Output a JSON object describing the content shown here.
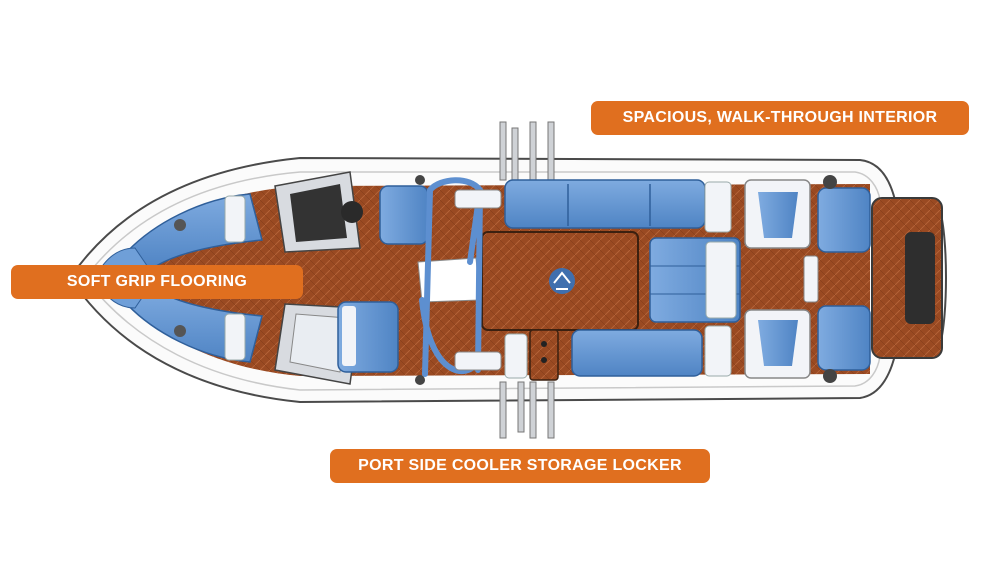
{
  "callouts": {
    "interior": "SPACIOUS, WALK-THROUGH INTERIOR",
    "flooring": "SOFT GRIP FLOORING",
    "cooler": "PORT SIDE COOLER STORAGE LOCKER"
  },
  "colors": {
    "callout_bg": "#e06f1f",
    "callout_text": "#ffffff",
    "upholstery_blue": "#6f9fd8",
    "upholstery_blue_dark": "#3f6fae",
    "upholstery_white": "#f2f4f8",
    "deck_brown": "#9a4a22",
    "hull_white": "#fbfbfb",
    "hull_outline": "#4a4a4a"
  },
  "icons": {
    "logo": "boat-brand-logo-icon",
    "towers": "wakeboard-tower-icon"
  }
}
